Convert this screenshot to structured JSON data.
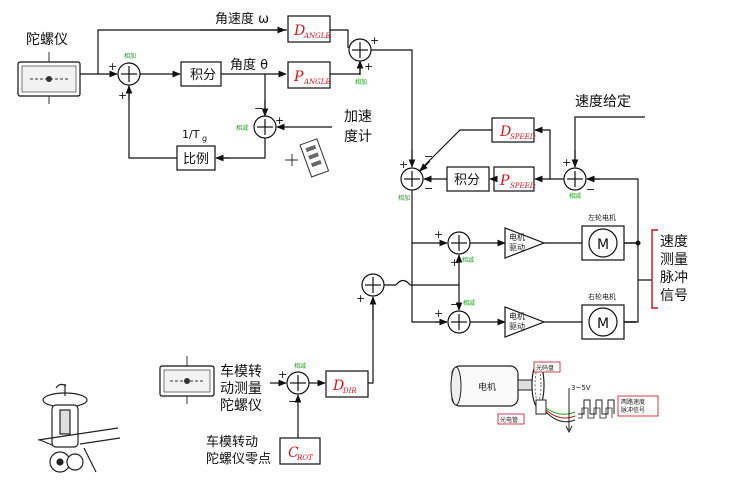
{
  "labels": {
    "gyro": "陀螺仪",
    "angular_velocity": "角速度 ω",
    "angle": "角度 θ",
    "integral1": "积分",
    "integral2": "积分",
    "accel": "加速\n度计",
    "inv_tg": "1/T",
    "inv_tg_sub": "g",
    "proportion": "比例",
    "speed_setpoint": "速度给定",
    "speed_pulse": "速度\n测量\n脉冲\n信号",
    "car_rot_gyro": "车模转\n动测量\n陀螺仪",
    "car_rot_zero": "车模转动\n陀螺仪零点",
    "motor_drive": "电机\n驱动",
    "left_motor": "左轮电机",
    "right_motor": "右轮电机",
    "motor": "M",
    "motor_pic": "电机",
    "encoder_pic_label1": "光码盘",
    "encoder_pic_label2": "光电管",
    "pulse_pic_label": "两路速度\n脉冲信号",
    "voltage": "3~5V"
  },
  "blocks": {
    "d_angle": {
      "main": "D",
      "sub": "ANGLE"
    },
    "p_angle": {
      "main": "P",
      "sub": "ANGLE"
    },
    "d_speed": {
      "main": "D",
      "sub": "SPEED"
    },
    "p_speed": {
      "main": "P",
      "sub": "SPEED"
    },
    "d_dir": {
      "main": "D",
      "sub": "DIR"
    },
    "c_rot": {
      "main": "C",
      "sub": "ROT"
    }
  },
  "annotations": {
    "add": "相加",
    "sub": "相减"
  },
  "colors": {
    "line": "#111111",
    "red_label": "#d4141c",
    "green_note": "#1aa31a"
  }
}
